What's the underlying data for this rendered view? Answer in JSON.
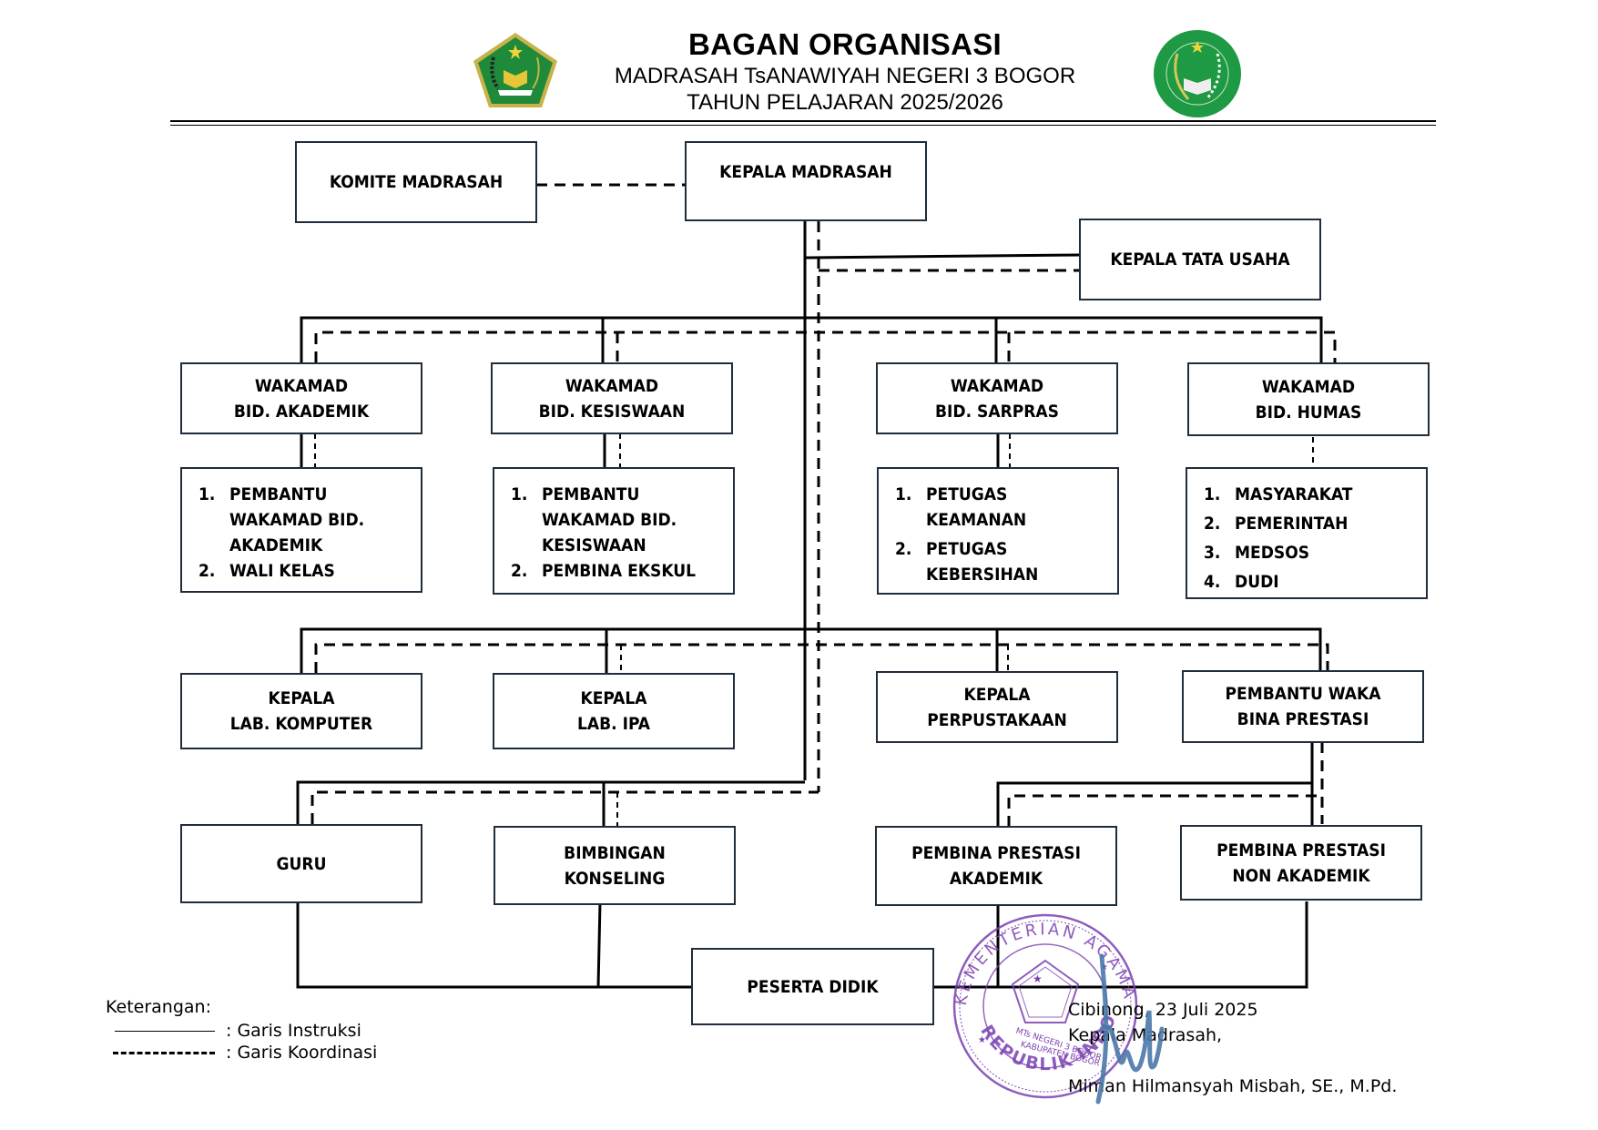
{
  "header": {
    "title": "BAGAN ORGANISASI",
    "subtitle": "MADRASAH TsANAWIYAH NEGERI 3 BOGOR",
    "year": "TAHUN PELAJARAN 2025/2026",
    "logo_left": "kemenag-logo-icon",
    "logo_right": "mtsn3-bogor-logo-icon"
  },
  "nodes": {
    "komite": "KOMITE MADRASAH",
    "kepala": "KEPALA MADRASAH",
    "ktu": "KEPALA TATA USAHA",
    "wk_akademik": "WAKAMAD\nBID. AKADEMIK",
    "wk_kesiswaan": "WAKAMAD\nBID. KESISWAAN",
    "wk_sarpras": "WAKAMAD\nBID. SARPRAS",
    "wk_humas": "WAKAMAD\nBID. HUMAS",
    "lab_komputer": "KEPALA\nLAB. KOMPUTER",
    "lab_ipa": "KEPALA\nLAB. IPA",
    "perpustakaan": "KEPALA\nPERPUSTAKAAN",
    "pembantu_prestasi": "PEMBANTU WAKA\nBINA PRESTASI",
    "guru": "GURU",
    "bk": "BIMBINGAN\nKONSELING",
    "pembina_akademik": "PEMBINA PRESTASI\nAKADEMIK",
    "pembina_non": "PEMBINA PRESTASI\nNON AKADEMIK",
    "peserta": "PESERTA DIDIK"
  },
  "lists": {
    "akademik": [
      {
        "num": "1.",
        "text": "PEMBANTU\nWAKAMAD BID.\nAKADEMIK"
      },
      {
        "num": "2.",
        "text": "WALI KELAS"
      }
    ],
    "kesiswaan": [
      {
        "num": "1.",
        "text": "PEMBANTU\nWAKAMAD BID.\nKESISWAAN"
      },
      {
        "num": "2.",
        "text": "PEMBINA  EKSKUL"
      }
    ],
    "sarpras": [
      {
        "num": "1.",
        "text": "PETUGAS\nKEAMANAN"
      },
      {
        "num": "2.",
        "text": "PETUGAS\nKEBERSIHAN"
      }
    ],
    "humas": [
      {
        "num": "1.",
        "text": "MASYARAKAT"
      },
      {
        "num": "2.",
        "text": "PEMERINTAH"
      },
      {
        "num": "3.",
        "text": "MEDSOS"
      },
      {
        "num": "4.",
        "text": "DUDI"
      }
    ]
  },
  "legend": {
    "title": "Keterangan:",
    "solid": ": Garis Instruksi",
    "dashed": ": Garis Koordinasi"
  },
  "signature": {
    "place_date": "Cibinong, 23 Juli 2025",
    "position": "Kepala Madrasah,",
    "name": "Miman Hilmansyah Misbah, SE., M.Pd.",
    "stamp_top": "KEMENTERIAN AGAMA",
    "stamp_mid": "MTs NEGERI 3 BOGOR",
    "stamp_mid2": "KABUPATEN BOGOR",
    "stamp_bottom": "REPUBLIK INDONESIA"
  },
  "colors": {
    "box_border": "#1f2d3d",
    "line": "#000000",
    "logo_green": "#1e8a3a",
    "stamp_purple": "#7a3fb0",
    "signature_blue": "#4a78a8"
  }
}
